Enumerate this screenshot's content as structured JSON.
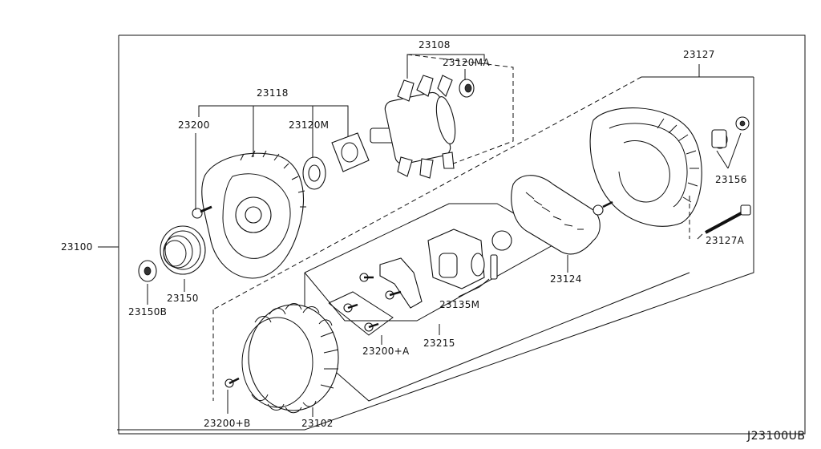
{
  "figure_id": "J23100UB",
  "parts": {
    "assembly": "23100",
    "rotor": "23108",
    "rotor_bearing": "23120MA",
    "front_housing": "23118",
    "screw_front": "23200",
    "front_bearing": "23120M",
    "pulley": "23150",
    "pulley_nut": "23150B",
    "rear_cover": "23127",
    "rear_bolt": "23127A",
    "rear_bushing": "23156",
    "rectifier": "23124",
    "regulator_assy": "23215",
    "brush_kit": "23135M",
    "screw_a": "23200+A",
    "stator": "23102",
    "screw_b": "23200+B"
  }
}
